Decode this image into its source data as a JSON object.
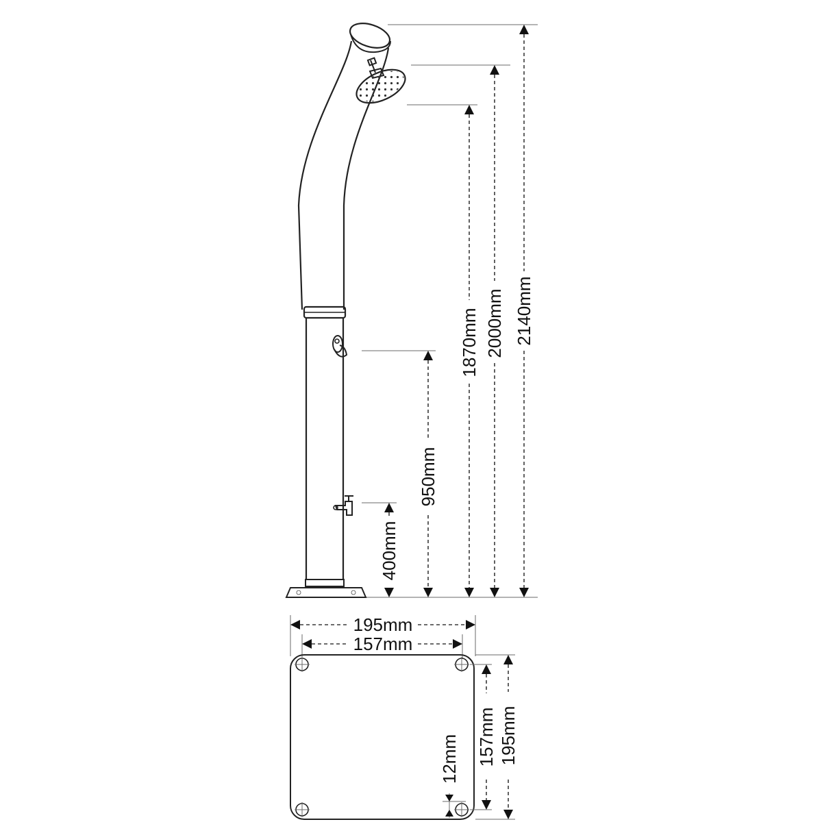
{
  "dimensions": {
    "height_total": "2140mm",
    "height_head": "2000mm",
    "height_head_bottom": "1870mm",
    "height_foot_shower": "950mm",
    "height_tap": "400mm",
    "base_width_outer": "195mm",
    "base_width_holes": "157mm",
    "base_height_outer": "195mm",
    "base_height_holes": "157mm",
    "hole_offset": "12mm"
  },
  "colors": {
    "line": "#222222",
    "background": "#ffffff"
  }
}
